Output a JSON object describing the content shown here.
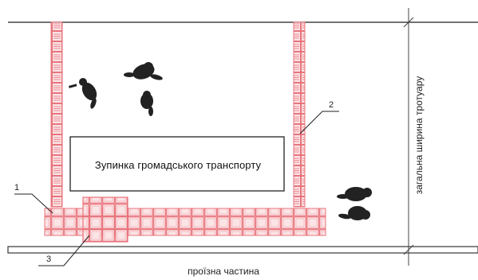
{
  "diagram": {
    "stop_label": "Зупинка громадського транспорту",
    "carriageway_label": "проїзна частина",
    "sidewalk_width_label": "загальна ширина тротуару",
    "callouts": [
      "1",
      "2",
      "3"
    ]
  },
  "colors": {
    "tactile_tile": "#e8747c",
    "tactile_fill": "#fbe4e6",
    "line": "#333333",
    "pedestrian": "#222222"
  },
  "icons": [
    "pedestrian-icon",
    "tactile-tile"
  ]
}
